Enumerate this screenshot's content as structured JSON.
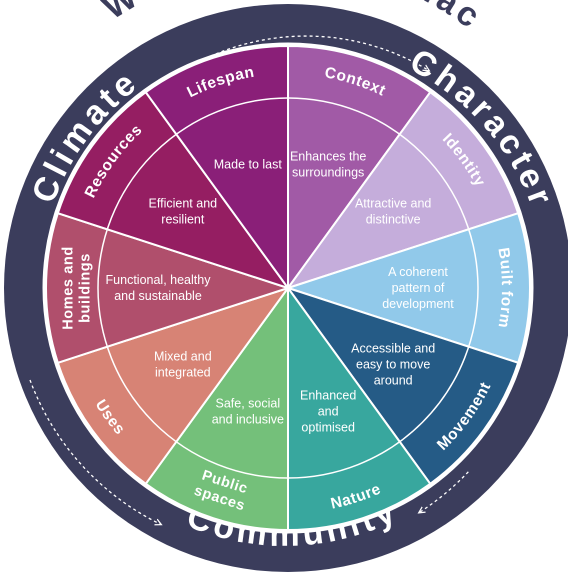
{
  "title": {
    "text": "A Well-Designed Place",
    "color": "#3b3d5c"
  },
  "band": {
    "color": "#3b3d5c",
    "labels": {
      "climate": "Climate",
      "character": "Character",
      "community": "Community"
    }
  },
  "segments": [
    {
      "key": "context",
      "name": "Context",
      "description": "Enhances the surroundings",
      "color": "#a15aa6"
    },
    {
      "key": "identity",
      "name": "Identity",
      "description": "Attractive and distinctive",
      "color": "#c5addb"
    },
    {
      "key": "built_form",
      "name": "Built form",
      "description": "A coherent pattern of development",
      "color": "#91c9ea"
    },
    {
      "key": "movement",
      "name": "Movement",
      "description": "Accessible and easy to move around",
      "color": "#255b86"
    },
    {
      "key": "nature",
      "name": "Nature",
      "description": "Enhanced and optimised",
      "color": "#38a79e"
    },
    {
      "key": "public_spaces",
      "name": "Public spaces",
      "description": "Safe, social and inclusive",
      "color": "#74c07a"
    },
    {
      "key": "uses",
      "name": "Uses",
      "description": "Mixed and integrated",
      "color": "#d78375"
    },
    {
      "key": "homes_buildings",
      "name": "Homes and buildings",
      "description": "Functional, healthy and sustainable",
      "color": "#b04f6c"
    },
    {
      "key": "resources",
      "name": "Resources",
      "description": "Efficient and resilient",
      "color": "#951e62"
    },
    {
      "key": "lifespan",
      "name": "Lifespan",
      "description": "Made to last",
      "color": "#8a1f78"
    }
  ]
}
